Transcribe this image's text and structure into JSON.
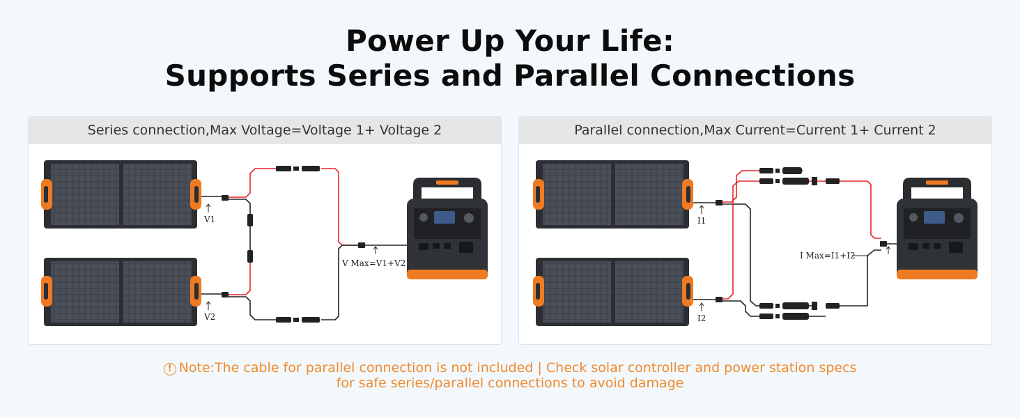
{
  "title": {
    "line1": "Power Up Your Life:",
    "line2": "Supports Series and Parallel Connections"
  },
  "series": {
    "header": "Series connection,Max Voltage=Voltage 1+ Voltage 2",
    "label_v1": "V1",
    "label_v2": "V2",
    "label_max": "V Max=V1+V2"
  },
  "parallel": {
    "header": "Parallel connection,Max Current=Current 1+ Current 2",
    "label_i1": "I1",
    "label_i2": "I2",
    "label_max": "I Max=I1+I2"
  },
  "note": {
    "icon": "warning-circle-icon",
    "line1": "Note:The cable for parallel connection is not included | Check solar controller and power station specs",
    "line2": "for safe series/parallel connections to avoid damage"
  },
  "colors": {
    "accent": "#f08a2c",
    "panel_header_bg": "#e6e6e6",
    "wire_red": "#e3262b",
    "wire_black": "#222222"
  }
}
